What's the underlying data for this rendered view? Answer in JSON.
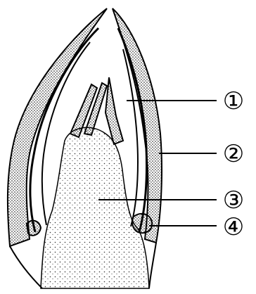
{
  "diagram": {
    "labels": [
      {
        "id": "label-1",
        "text": "①"
      },
      {
        "id": "label-2",
        "text": "②"
      },
      {
        "id": "label-3",
        "text": "③"
      },
      {
        "id": "label-4",
        "text": "④"
      }
    ]
  }
}
